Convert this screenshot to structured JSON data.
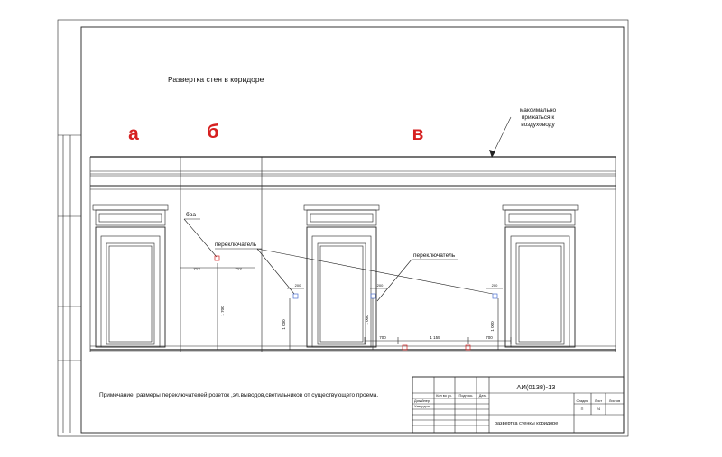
{
  "title": "Развертка стен в коридоре",
  "zones": [
    {
      "letter": "а"
    },
    {
      "letter": "б"
    },
    {
      "letter": "в"
    }
  ],
  "accent_color": "#d62020",
  "callout_note": [
    "максимально",
    "прижаться к",
    "воздуховоду"
  ],
  "labels": {
    "bra": "бра",
    "switch_1": "переключатель",
    "switch_2": "переключатель"
  },
  "dimensions": {
    "left_offset": "712",
    "right_offset": "712",
    "bra_height": "1 700",
    "switch_height_1": "1 000",
    "switch_height_2": "1 000",
    "switch_height_3": "1 000",
    "switch_offset_1": "200",
    "switch_offset_2": "200",
    "switch_offset_3": "200",
    "floor_700_left": "700",
    "floor_1155": "1 155",
    "floor_700_right": "700"
  },
  "note": "Примечание: размеры переключателей,розеток ,эл.выводов,светильников от существующего проема.",
  "stamp": {
    "col_headers": [
      "Кол во уч.",
      "Подпись",
      "Дата"
    ],
    "rows": [
      "Дизайнер",
      "Утвердил"
    ],
    "code": "АИ(0138)-13",
    "sheet_title": "развертка стенкы коридоре",
    "stage_headers": [
      "Стадия",
      "Лист",
      "Листов"
    ],
    "stage_values": [
      "П",
      "24",
      ""
    ]
  }
}
